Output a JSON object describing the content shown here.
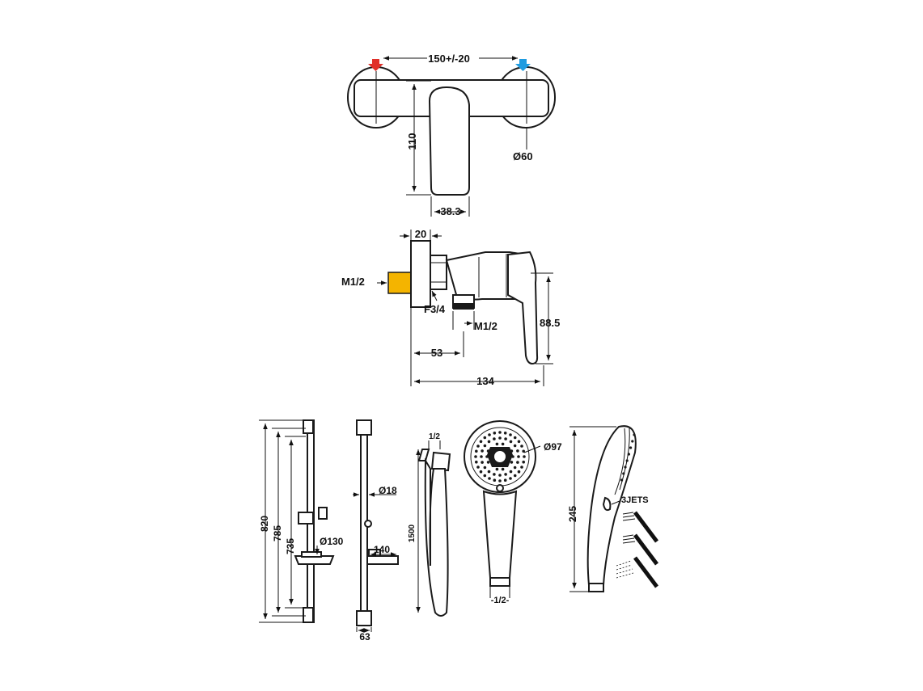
{
  "colors": {
    "hot": "#e0302a",
    "cold": "#1e9be0",
    "brass": "#f4b400",
    "ink": "#111111",
    "body_outline": "#1a1a1a",
    "background": "#ffffff"
  },
  "icons": {
    "hot_marker": "red-down-arrow-icon",
    "cold_marker": "blue-down-arrow-icon"
  },
  "front_view": {
    "center_distance": "150+/-20",
    "height": "110",
    "flange_diameter": "Ø60",
    "lever_width": "38.3"
  },
  "side_view": {
    "flange_depth": "20",
    "inlet_thread": "M1/2",
    "outlet_thread": "F3/4",
    "outlet_connector": "M1/2",
    "outlet_offset": "53",
    "total_depth": "134",
    "total_height": "88.5"
  },
  "shower_set": {
    "rail_total": "820",
    "rail_785": "785",
    "rail_735": "735",
    "soap_dish_diameter": "Ø130",
    "rail_diameter": "Ø18",
    "soap_dish_width": "140",
    "bracket_width": "63",
    "hose_thread": "1/2",
    "hose_length": "1500",
    "head_diameter": "Ø97",
    "head_thread": "-1/2-",
    "handset_length": "245",
    "jets": "3JETS"
  }
}
